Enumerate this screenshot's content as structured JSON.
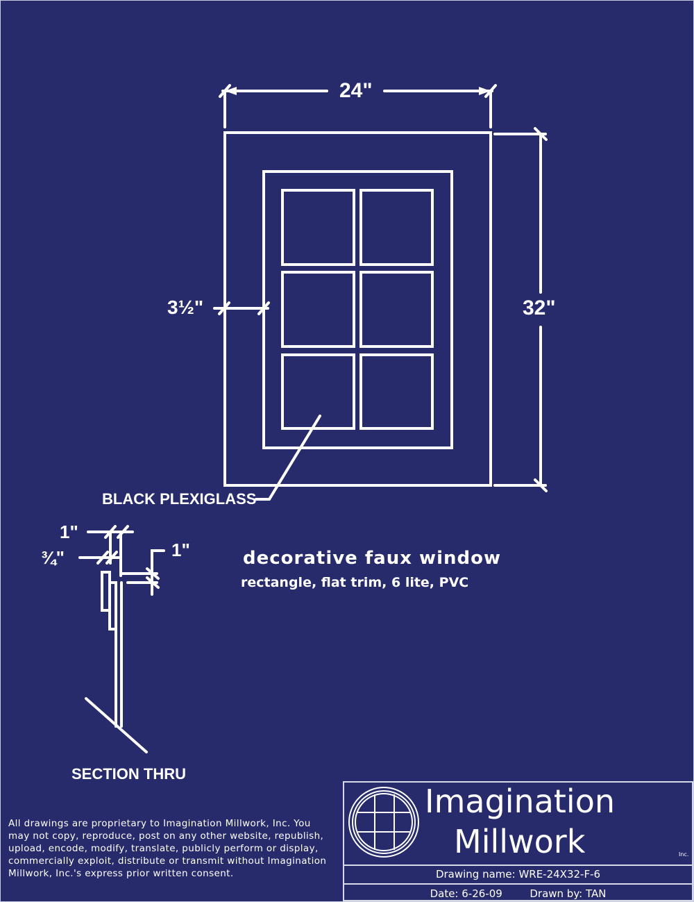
{
  "drawing": {
    "dimensions": {
      "width": "24\"",
      "height": "32\"",
      "trim": "3½\""
    },
    "callout": "BLACK PLEXIGLASS",
    "title": "decorative faux window",
    "subtitle": "rectangle, flat trim, 6 lite, PVC",
    "section": {
      "label": "SECTION THRU",
      "dim_top": "1\"",
      "dim_mid": "¾\"",
      "dim_right": "1\""
    }
  },
  "notice": "All drawings are proprietary to Imagination Millwork, Inc. You may not copy, reproduce, post on any other website, republish, upload, encode, modify, translate, publicly perform or display, commercially exploit, distribute or transmit without Imagination Millwork, Inc.'s express prior written consent.",
  "title_block": {
    "brand_line1": "Imagination",
    "brand_line2": "Millwork",
    "brand_suffix": "Inc.",
    "drawing_name": "Drawing name:  WRE-24X32-F-6",
    "date": "Date: 6-26-09",
    "drawn_by": "Drawn by:  TAN"
  },
  "colors": {
    "background": "#272b6b",
    "lines": "#ffffff"
  }
}
